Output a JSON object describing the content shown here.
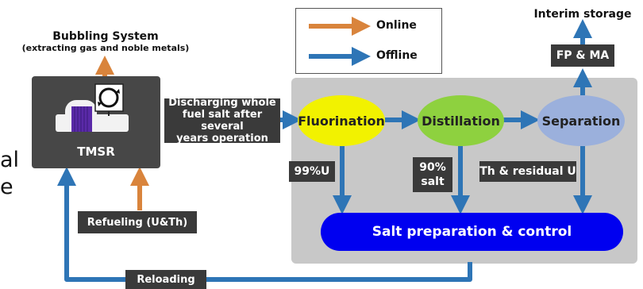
{
  "colors": {
    "online": "#d9843c",
    "offline": "#2e75b6",
    "panel": "#c8c8c8",
    "dark": "#3a3a3a",
    "fluorination": "#f2f200",
    "distillation": "#8ed13f",
    "separation": "#9bb0dc",
    "salt_bar": "#0000f0"
  },
  "left_cut_text": [
    "al",
    "e"
  ],
  "legend": {
    "online": "Online",
    "offline": "Offline"
  },
  "bubbling": {
    "title": "Bubbling System",
    "subtitle": "(extracting gas and noble metals)"
  },
  "tmsr": {
    "label": "TMSR"
  },
  "discharge": {
    "lines": [
      "Discharging whole",
      "fuel salt after several",
      "years operation"
    ]
  },
  "steps": {
    "fluorination": "Fluorination",
    "distillation": "Distillation",
    "separation": "Separation"
  },
  "products": {
    "u99": "99%U",
    "salt90": [
      "90%",
      "salt"
    ],
    "th_residual": "Th & residual U",
    "fp_ma": "FP & MA"
  },
  "interim_storage": "Interim storage",
  "salt_prep": "Salt preparation & control",
  "refueling": "Refueling (U&Th)",
  "reloading": "Reloading"
}
